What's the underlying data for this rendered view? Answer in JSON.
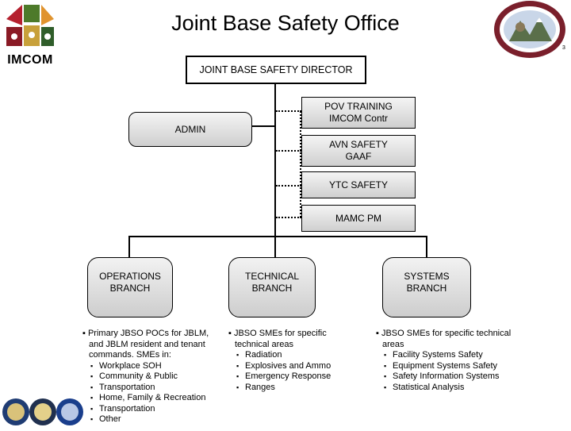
{
  "header": {
    "title": "Joint Base Safety Office",
    "imcom_logo_text": "IMCOM",
    "page_number": "3"
  },
  "org_chart": {
    "director": "JOINT BASE SAFETY DIRECTOR",
    "admin": "ADMIN",
    "offices": [
      {
        "line1": "POV TRAINING",
        "line2": "IMCOM Contr"
      },
      {
        "line1": "AVN SAFETY",
        "line2": "GAAF"
      },
      {
        "line1": "YTC SAFETY",
        "line2": ""
      },
      {
        "line1": "MAMC PM",
        "line2": ""
      }
    ],
    "branches": [
      {
        "line1": "OPERATIONS",
        "line2": "BRANCH"
      },
      {
        "line1": "TECHNICAL",
        "line2": "BRANCH"
      },
      {
        "line1": "SYSTEMS",
        "line2": "BRANCH"
      }
    ]
  },
  "branch_details": {
    "operations": {
      "lead": "Primary JBSO POCs for JBLM, and JBLM resident and tenant commands. SMEs in:",
      "items": [
        "Workplace SOH",
        "Community & Public",
        "Transportation",
        "Home, Family & Recreation",
        "Transportation",
        "Other"
      ]
    },
    "technical": {
      "lead": "JBSO SMEs for specific technical areas",
      "items": [
        "Radiation",
        "Explosives and Ammo",
        "Emergency Response",
        "Ranges"
      ]
    },
    "systems": {
      "lead": "JBSO SMEs for specific technical areas",
      "items": [
        "Facility Systems Safety",
        "Equipment Systems Safety",
        "Safety Information Systems",
        "Statistical Analysis"
      ]
    }
  },
  "colors": {
    "imcom_red": "#b5202e",
    "imcom_green": "#4d7a2a",
    "imcom_orange": "#e0932e",
    "seal_maroon": "#7a1f2b",
    "box_fill": "#dcdcdc"
  },
  "icons": [
    "imcom-logo-icon",
    "joint-base-seal-icon",
    "service-seals-icon"
  ]
}
